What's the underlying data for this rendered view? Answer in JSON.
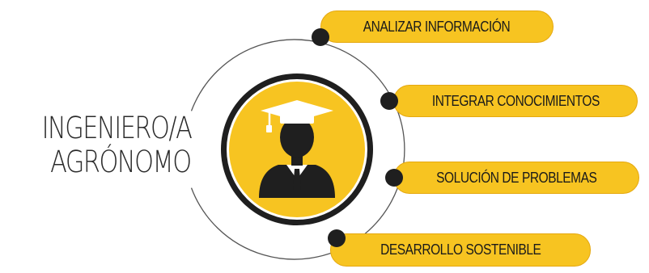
{
  "title": {
    "line1": "INGENIERO/A",
    "line2": "AGRÓNOMO"
  },
  "center_icon": "graduate-student-icon",
  "skills": [
    {
      "label": "ANALIZAR INFORMACIÓN"
    },
    {
      "label": "INTEGRAR CONOCIMIENTOS"
    },
    {
      "label": "SOLUCIÓN DE PROBLEMAS"
    },
    {
      "label": "DESARROLLO SOSTENIBLE"
    }
  ],
  "colors": {
    "accent": "#F7C421",
    "accent_border": "#E5A80F",
    "dark": "#1f1f1f",
    "ring": "#555555",
    "text": "#2b2b2b"
  }
}
